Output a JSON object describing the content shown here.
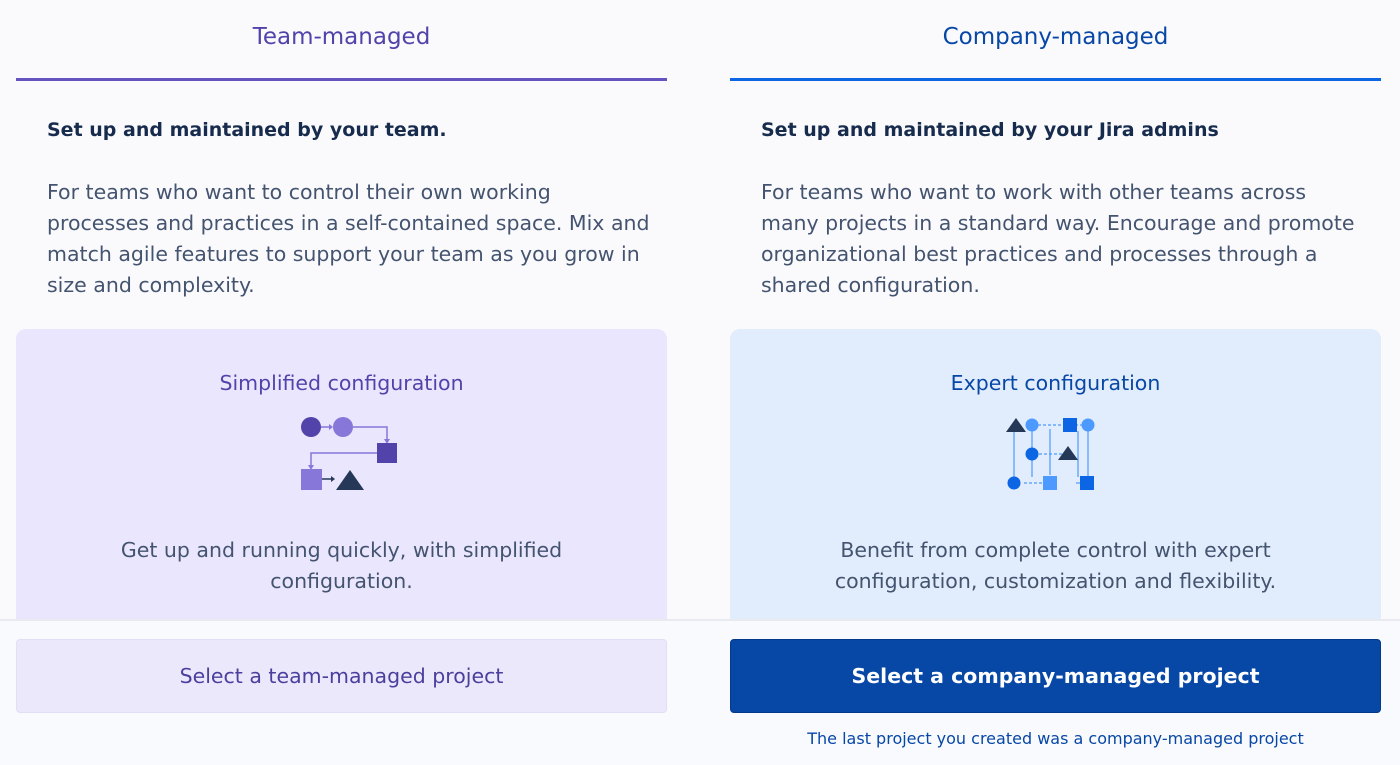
{
  "team": {
    "tab_label": "Team-managed",
    "subtitle": "Set up and maintained by your team.",
    "description": "For teams who want to control their own working processes and practices in a self-contained space. Mix and match agile features to support your team as you grow in size and complexity.",
    "card": {
      "title": "Simplified configuration",
      "illustration_icon": "simple-workflow-icon",
      "text": "Get up and running quickly, with simplified configuration."
    },
    "button_label": "Select a team-managed project",
    "accent_color": "#6554c0"
  },
  "company": {
    "tab_label": "Company-managed",
    "subtitle": "Set up and maintained by your Jira admins",
    "description": "For teams who want to work with other teams across many projects in a standard way. Encourage and promote organizational best practices and processes through a shared configuration.",
    "card": {
      "title": "Expert configuration",
      "illustration_icon": "complex-workflow-icon",
      "text": "Benefit from complete control with expert configuration, customization and flexibility."
    },
    "button_label": "Select a company-managed project",
    "last_project_note": "The last project you created was a company-managed project",
    "accent_color": "#0c66e4"
  }
}
